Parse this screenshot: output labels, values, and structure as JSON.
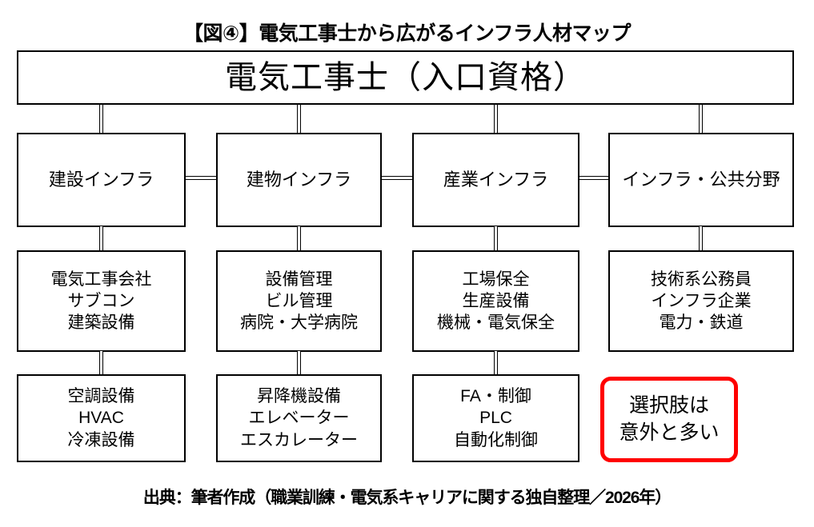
{
  "figure": {
    "title": "【図④】電気工事士から広がるインフラ人材マップ",
    "source": "出典：筆者作成（職業訓練・電気系キャリアに関する独自整理／2026年）"
  },
  "root": {
    "label": "電気工事士（入口資格）"
  },
  "columns": [
    {
      "category": "建設インフラ",
      "row2": [
        "電気工事会社",
        "サブコン",
        "建築設備"
      ],
      "row3": [
        "空調設備",
        "HVAC",
        "冷凍設備"
      ]
    },
    {
      "category": "建物インフラ",
      "row2": [
        "設備管理",
        "ビル管理",
        "病院・大学病院"
      ],
      "row3": [
        "昇降機設備",
        "エレベーター",
        "エスカレーター"
      ]
    },
    {
      "category": "産業インフラ",
      "row2": [
        "工場保全",
        "生産設備",
        "機械・電気保全"
      ],
      "row3": [
        "FA・制御",
        "PLC",
        "自動化制御"
      ]
    },
    {
      "category": "インフラ・公共分野",
      "row2": [
        "技術系公務員",
        "インフラ企業",
        "電力・鉄道"
      ],
      "row3": []
    }
  ],
  "callout": {
    "lines": [
      "選択肢は",
      "意外と多い"
    ],
    "border_color": "#ff0000"
  },
  "colors": {
    "line": "#000000",
    "background": "#ffffff",
    "accent": "#ff0000"
  }
}
